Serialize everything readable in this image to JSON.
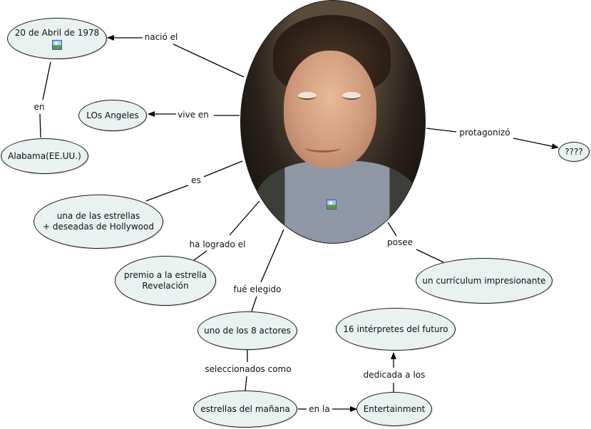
{
  "nodes": {
    "date": "20 de Abril de 1978",
    "alabama": "Alabama(EE.UU.)",
    "los_angeles": "LOs Angeles",
    "estrellas_line1": "una de las estrellas",
    "estrellas_line2": "+ deseadas de Hollywood",
    "premio_line1": "premio a la estrella",
    "premio_line2": "Revelación",
    "actores": "uno de los 8 actores",
    "manana": "estrellas del mañana",
    "entertainment": "Entertainment",
    "interpretes": "16 intérpretes del futuro",
    "curriculum": "un currículum impresionante",
    "protagonizo_target": "????"
  },
  "links": {
    "nacio": "nació el",
    "en": "en",
    "vive": "vive en",
    "es": "es",
    "logrado": "ha logrado el",
    "elegido": "fué elegido",
    "seleccionados": "seleccionados como",
    "en_la": "en la",
    "dedicada": "dedicada a los",
    "posee": "posee",
    "protagonizo": "protagonizó"
  },
  "colors": {
    "node_fill": "#eaf1f1",
    "line": "#000000"
  },
  "icons": {
    "image_attachment": "image-icon"
  }
}
